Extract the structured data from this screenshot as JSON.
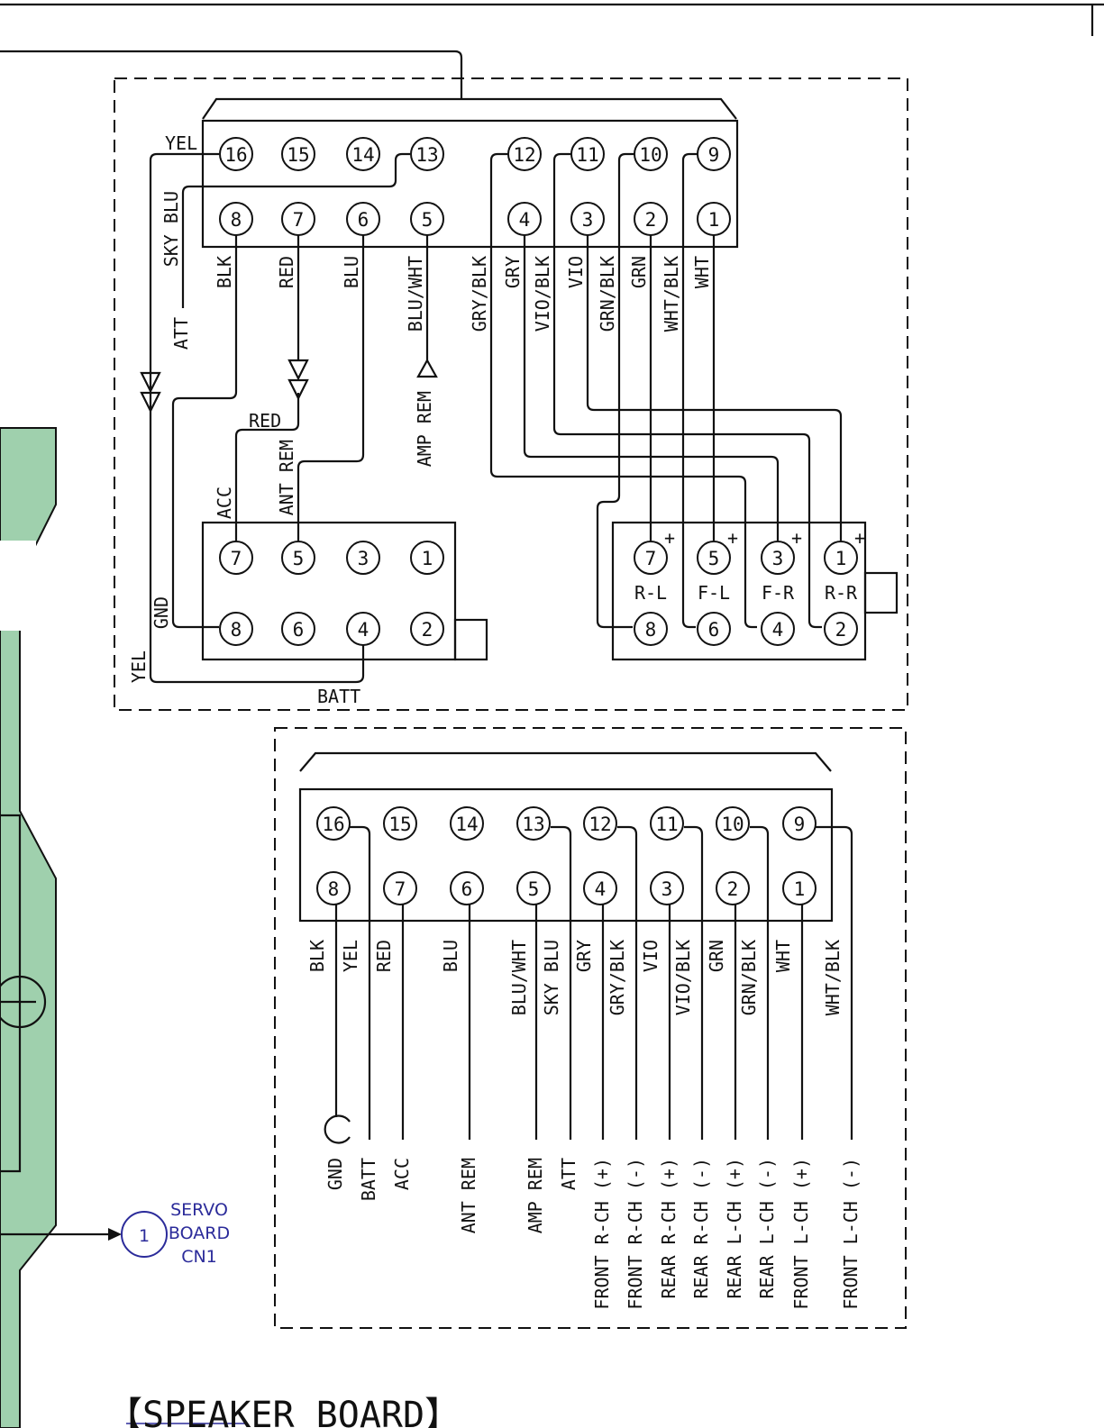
{
  "title": "【SPEAKER BOARD】",
  "servo_ref": {
    "number": "1",
    "lines": [
      "SERVO",
      "BOARD",
      "CN1"
    ]
  },
  "upper_connector": {
    "top_pins": [
      "16",
      "15",
      "14",
      "13",
      "12",
      "11",
      "10",
      "9"
    ],
    "bottom_pins": [
      "8",
      "7",
      "6",
      "5",
      "4",
      "3",
      "2",
      "1"
    ],
    "wire_labels": [
      "BLK",
      "RED",
      "BLU",
      "BLU/WHT",
      "GRY/BLK",
      "GRY",
      "VIO/BLK",
      "VIO",
      "GRN/BLK",
      "GRN",
      "WHT/BLK",
      "WHT"
    ],
    "side_labels": {
      "yel_top": "YEL",
      "sky_blu": "SKY BLU",
      "att": "ATT",
      "amp_rem": "AMP REM",
      "red": "RED",
      "acc": "ACC",
      "ant_rem": "ANT REM",
      "gnd": "GND",
      "yel_side": "YEL",
      "batt": "BATT"
    }
  },
  "power_connector": {
    "top_pins": [
      "7",
      "5",
      "3",
      "1"
    ],
    "bottom_pins": [
      "8",
      "6",
      "4",
      "2"
    ]
  },
  "speaker_connector": {
    "top_pins": [
      "7",
      "5",
      "3",
      "1"
    ],
    "bottom_pins": [
      "8",
      "6",
      "4",
      "2"
    ],
    "channels": [
      "R-L",
      "F-L",
      "F-R",
      "R-R"
    ],
    "plus": "+"
  },
  "lower_connector": {
    "top_pins": [
      "16",
      "15",
      "14",
      "13",
      "12",
      "11",
      "10",
      "9"
    ],
    "bottom_pins": [
      "8",
      "7",
      "6",
      "5",
      "4",
      "3",
      "2",
      "1"
    ],
    "wire_labels": [
      "BLK",
      "YEL",
      "RED",
      "BLU",
      "BLU/WHT",
      "SKY BLU",
      "GRY",
      "GRY/BLK",
      "VIO",
      "VIO/BLK",
      "GRN",
      "GRN/BLK",
      "WHT",
      "WHT/BLK"
    ],
    "signals": [
      "GND",
      "BATT",
      "ACC",
      "ANT REM",
      "AMP REM",
      "ATT",
      "FRONT R-CH (+)",
      "FRONT R-CH (-)",
      "REAR R-CH (+)",
      "REAR R-CH (-)",
      "REAR L-CH (+)",
      "REAR L-CH (-)",
      "FRONT L-CH (+)",
      "FRONT L-CH (-)"
    ]
  }
}
